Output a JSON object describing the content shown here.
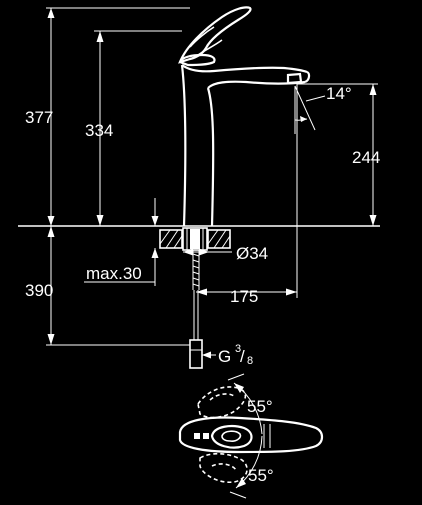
{
  "drawing": {
    "height_total": "377",
    "height_spout": "334",
    "spout_clearance": "244",
    "below_deck": "390",
    "max_deck_thickness": "max.30",
    "hole_diameter": "Ø34",
    "reach": "175",
    "spout_angle": "14°",
    "thread_prefix": "G",
    "thread_num": "3",
    "thread_den": "8",
    "lever_angle_back": "55°",
    "lever_angle_front": "55°"
  },
  "colors": {
    "background": "#000000",
    "line": "#ffffff"
  }
}
